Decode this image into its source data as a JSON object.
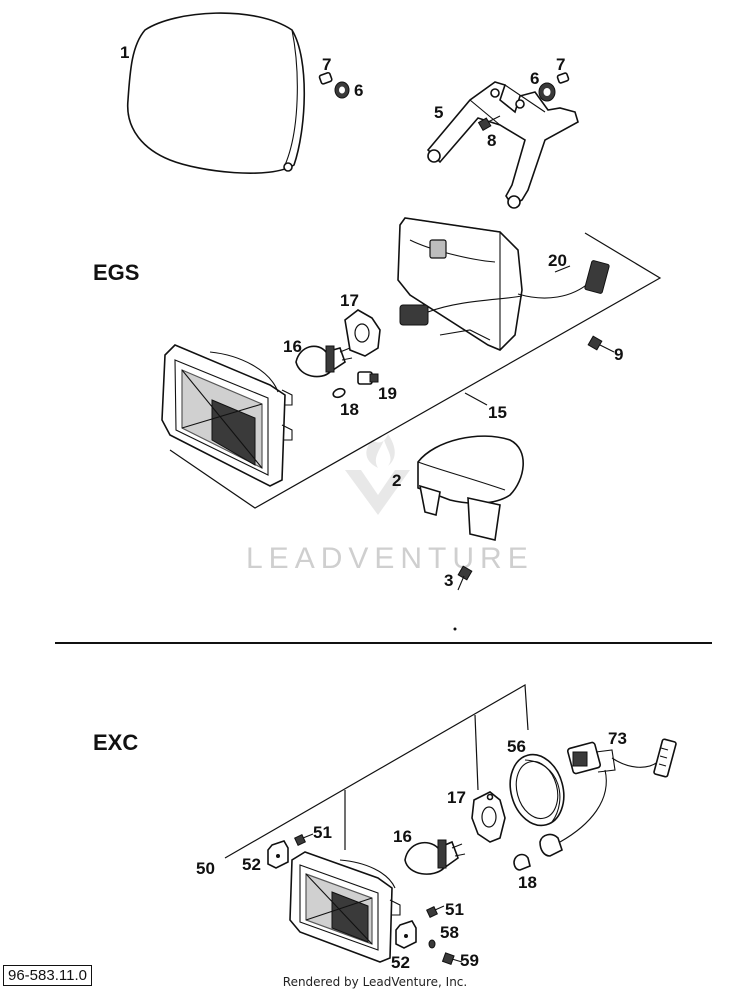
{
  "sections": {
    "egs": "EGS",
    "exc": "EXC"
  },
  "watermark": "LEADVENTURE",
  "drawing_id": "96-583.11.0",
  "credit": "Rendered by LeadVenture, Inc.",
  "callouts": {
    "c1": "1",
    "c7a": "7",
    "c6a": "6",
    "c6b": "6",
    "c7b": "7",
    "c5": "5",
    "c8": "8",
    "c20": "20",
    "c17a": "17",
    "c16a": "16",
    "c9": "9",
    "c19": "19",
    "c18a": "18",
    "c15": "15",
    "c2": "2",
    "c3": "3",
    "c56": "56",
    "c73": "73",
    "c17b": "17",
    "c51a": "51",
    "c16b": "16",
    "c50": "50",
    "c52a": "52",
    "c18b": "18",
    "c51b": "51",
    "c58": "58",
    "c52b": "52",
    "c59": "59"
  }
}
